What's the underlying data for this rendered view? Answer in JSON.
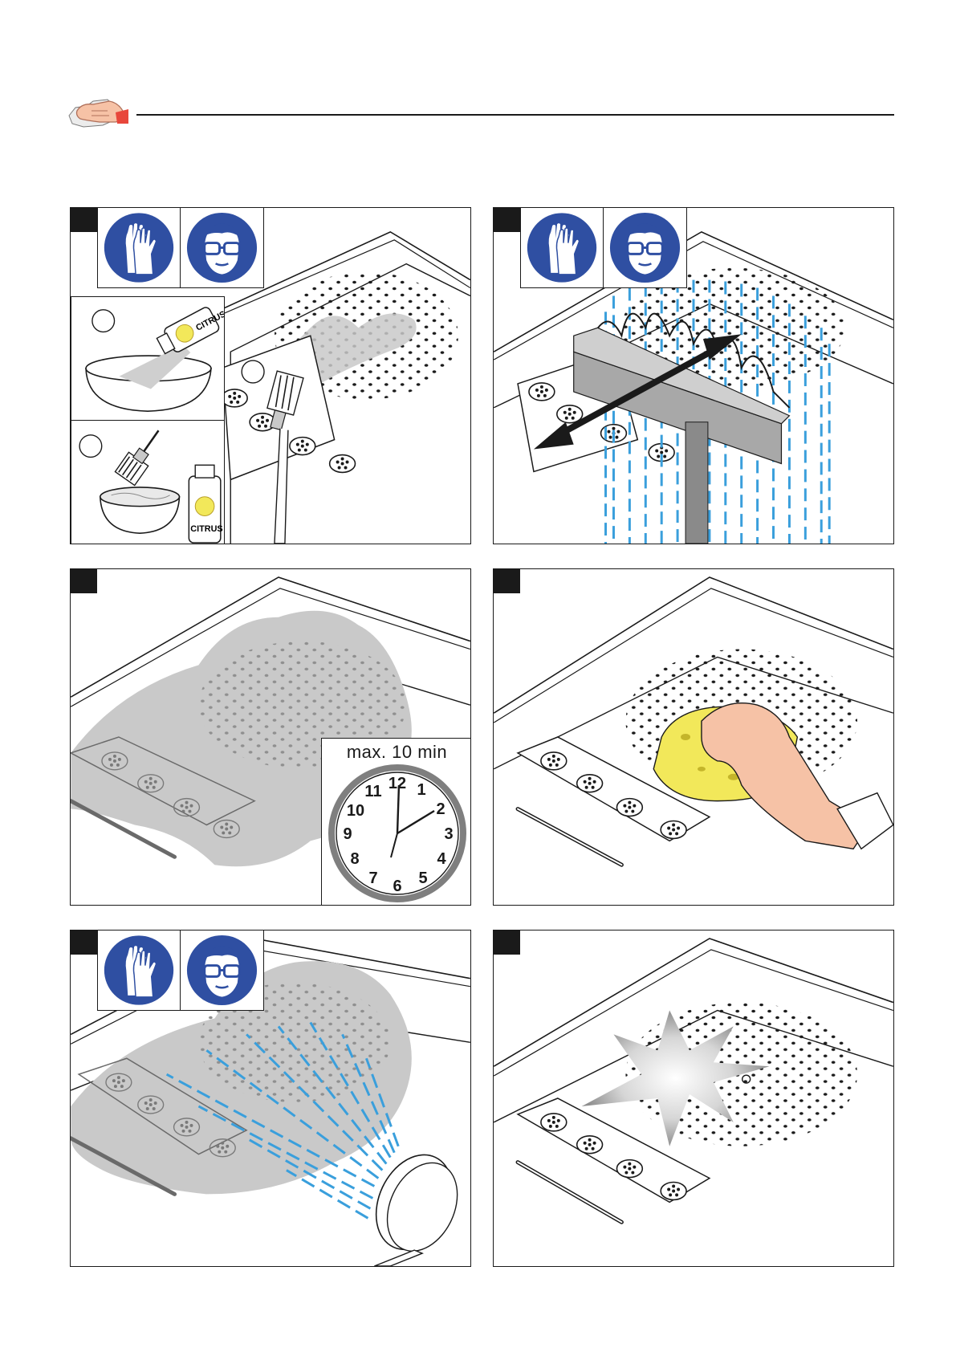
{
  "header": {
    "icon": "hand-cleaning-icon"
  },
  "colors": {
    "sign_blue": "#2f4fa2",
    "water_blue": "#3a9fdc",
    "residue_gray": "#c9c9c9",
    "sponge_yellow": "#f2e85a",
    "ink": "#1a1a1a"
  },
  "panels": [
    {
      "icons": [
        "gloves-icon",
        "goggles-icon"
      ],
      "insets": [
        {
          "product_label": "CITRUS"
        },
        {
          "product_label": "CITRUS"
        }
      ]
    },
    {
      "icons": [
        "gloves-icon",
        "goggles-icon"
      ]
    },
    {
      "timer_label": "max. 10 min",
      "clock_numbers": [
        "12",
        "1",
        "2",
        "3",
        "4",
        "5",
        "6",
        "7",
        "8",
        "9",
        "10",
        "11"
      ]
    },
    {
      "icons": [
        "sponge-icon"
      ]
    },
    {
      "icons": [
        "gloves-icon",
        "goggles-icon"
      ]
    },
    {
      "icons": [
        "sparkle-icon"
      ]
    }
  ]
}
